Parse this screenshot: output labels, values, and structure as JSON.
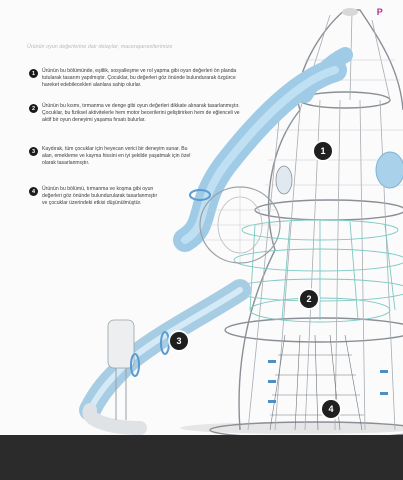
{
  "brand": {
    "logo_text": "P",
    "logo_color": "#b03090"
  },
  "intro_text": "Ürünün oyun değerlerine dair detaylar; maceraperestlerimize",
  "items": [
    {
      "number": "1",
      "text": "Ürünün bu bölümünde, eşitlik, sosyalleşme ve rol yapma gibi oyun değerleri ön planda tutularak tasarım yapılmıştır. Çocuklar, bu değerleri göz önünde bulundurarak özgürce hareket edebilecekleri alanlara sahip olurlar."
    },
    {
      "number": "2",
      "text": "Ürünün bu kısmı, tırmanma ve denge gibi oyun değerleri dikkate alınarak tasarlanmıştır. Çocuklar, bu fiziksel aktivitelerle hem motor becerilerini geliştirirken hem de eğlenceli ve aktif bir oyun deneyimi yaşama fırsatı bulurlar."
    },
    {
      "number": "3",
      "text": "Kaydırak, tüm çocuklar için heyecan verici bir deneyim sunar. Bu alan, emekleme ve kayma hissini en iyi şekilde yaşatmak için özel olarak tasarlanmıştır."
    },
    {
      "number": "4",
      "text": "Ürünün bu bölümü, tırmanma ve koşma gibi oyun değerleri göz önünde bulundurularak tasarlanmıştır ve çocuklar üzerindeki etkisi düşünülmüştür."
    }
  ],
  "callouts": [
    "1",
    "2",
    "3",
    "4"
  ],
  "colors": {
    "footer": "#2b2b2b",
    "slide": "#9fcbe6",
    "net": "#7cc9c4",
    "frame": "#8a8f96"
  }
}
